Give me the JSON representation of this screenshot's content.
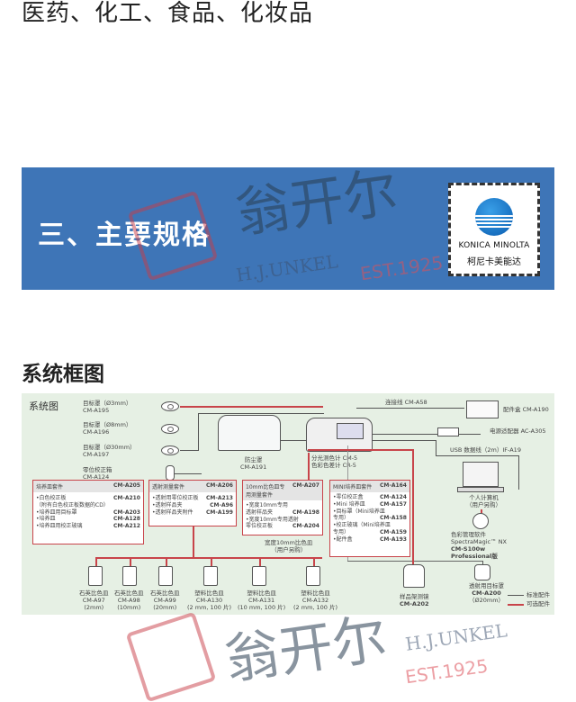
{
  "top_text": "医药、化工、食品、化妆品",
  "banner": {
    "title": "三、主要规格",
    "logo_en": "KONICA MINOLTA",
    "logo_zh": "柯尼卡美能达"
  },
  "watermark": {
    "big": "翁开尔",
    "en": "H.J.UNKEL",
    "est": "EST.1925"
  },
  "section_title": "系统框图",
  "diagram": {
    "title": "系统图",
    "targets": [
      [
        "目标罩（Ø3mm）",
        "CM-A195"
      ],
      [
        "目标罩（Ø8mm）",
        "CM-A196"
      ],
      [
        "目标罩（Ø30mm）",
        "CM-A197"
      ],
      [
        "零位校正箱",
        "CM-A124"
      ]
    ],
    "dust_cover": [
      "防尘罩",
      "CM-A191"
    ],
    "instrument": [
      "分光测色计 CM-5",
      "色彩色差计 CR-5"
    ],
    "cable": "连接线 CM-A58",
    "case": "配件盒 CM-A190",
    "adapter": "电源适配器 AC-A305",
    "usb": "USB 数据线（2m）IF-A19",
    "pc": [
      "个人计算机",
      "（用户另购）"
    ],
    "software": [
      "色彩管理软件",
      "SpectraMagic™ NX",
      "CM-S100w",
      "Professional版"
    ],
    "trans_target": [
      "透射用目标罩",
      "CM-A200",
      "（Ø20mm）"
    ],
    "sample_holder": [
      "样品架测镜",
      "CM-A202"
    ],
    "cuvette_note": [
      "宽度10mm比色皿",
      "（用户另购）"
    ],
    "legend": {
      "standard": "标准配件",
      "optional": "可选配件"
    },
    "boxes": [
      {
        "title": "培养皿套件",
        "code": "CM-A205",
        "items": [
          [
            "•白色校正板",
            "CM-A210"
          ],
          [
            "（附有白色校正板数据的CD）",
            ""
          ],
          [
            "•培养皿用目标罩",
            "CM-A203"
          ],
          [
            "•培养皿",
            "CM-A128"
          ],
          [
            "•培养皿用校正玻璃",
            "CM-A212"
          ]
        ]
      },
      {
        "title": "透射测量套件",
        "code": "CM-A206",
        "items": [
          [
            "•透射用零位校正板",
            "CM-A213"
          ],
          [
            "•透射样品夹",
            "CM-A96"
          ],
          [
            "•透射样品夹附件",
            "CM-A199"
          ]
        ]
      },
      {
        "title": "10mm比色皿专用测量套件",
        "code": "CM-A207",
        "items": [
          [
            "•宽度10mm专用",
            ""
          ],
          [
            "透射样品夹",
            "CM-A198"
          ],
          [
            "•宽度10mm专用透射",
            ""
          ],
          [
            "零位校正板",
            "CM-A204"
          ]
        ]
      },
      {
        "title": "MINI培养皿套件",
        "code": "CM-A164",
        "items": [
          [
            "•零位校正盒",
            "CM-A124"
          ],
          [
            "•Mini 培养皿",
            "CM-A157"
          ],
          [
            "•目标罩（Mini培养皿",
            ""
          ],
          [
            "专用）",
            "CM-A158"
          ],
          [
            "•校正玻璃（Mini培养皿",
            ""
          ],
          [
            "专用）",
            "CM-A159"
          ],
          [
            "•配件盒",
            "CM-A193"
          ]
        ]
      }
    ],
    "cuvettes": [
      [
        "石英比色皿",
        "CM-A97",
        "(2mm)"
      ],
      [
        "石英比色皿",
        "CM-A98",
        "(10mm)"
      ],
      [
        "石英比色皿",
        "CM-A99",
        "(20mm)"
      ],
      [
        "塑料比色皿",
        "CM-A130",
        "(2 mm, 100 片)"
      ],
      [
        "塑料比色皿",
        "CM-A131",
        "(10 mm, 100 片)"
      ],
      [
        "塑料比色皿",
        "CM-A132",
        "(2 mm, 100 片)"
      ]
    ]
  }
}
